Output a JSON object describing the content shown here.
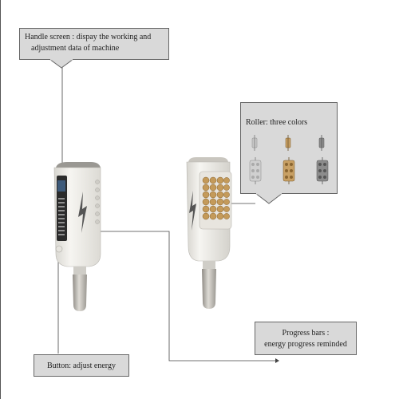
{
  "callouts": {
    "handle_screen": {
      "line1": "Handle screen :  dispay the working and",
      "line2": "adjustment data of machine"
    },
    "roller": {
      "title": "Roller: three colors"
    },
    "progress_bars": {
      "line1": "Progress bars :",
      "line2": "energy progress reminded"
    },
    "button": {
      "label": "Button: adjust energy"
    }
  },
  "roller_colors": [
    "#c9c9c9",
    "#c8a064",
    "#8c8c8c"
  ],
  "colors": {
    "callout_fill": "#d9d9d9",
    "callout_border": "#666666",
    "leader_line": "#444444",
    "handle_white": "#f1f0ec",
    "screen_dark": "#2b2b2b",
    "grip_metal": "#b8b5af",
    "roller_gold": "#c49a5a"
  }
}
